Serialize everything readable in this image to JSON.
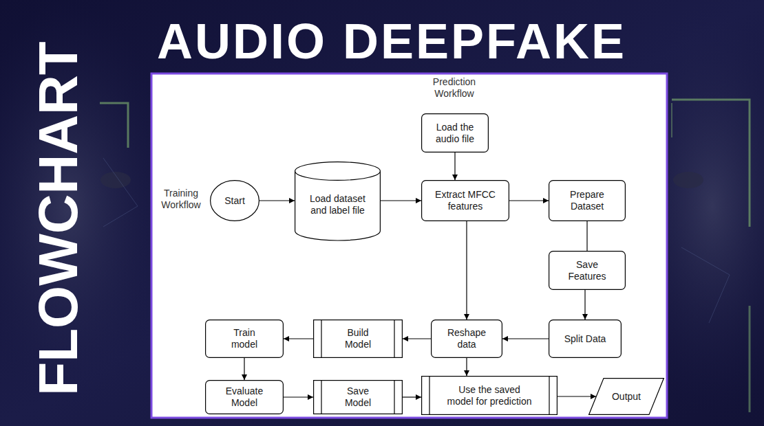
{
  "diagram": {
    "title": "AUDIO DEEPFAKE",
    "nodes": [
      {
        "text": [
          "Load the audio file"
        ]
      },
      {
        "text": [
          "Start"
        ]
      },
      {
        "text": [
          "Load dataset and label file"
        ]
      },
      {
        "text": [
          "Extract MFCC features"
        ]
      },
      {
        "text": [
          "Prepare Dataset"
        ]
      },
      {
        "text": [
          "Save Features"
        ]
      },
      {
        "text": [
          "Train model"
        ]
      },
      {
        "text": [
          "Build Model"
        ]
      },
      {
        "text": [
          "Reshape data"
        ]
      },
      {
        "text": [
          "Split Data"
        ]
      },
      {
        "text": [
          "Evaluate Model"
        ]
      },
      {
        "text": [
          "Save Model"
        ]
      },
      {
        "text": [
          "Use the saved model for prediction"
        ]
      },
      {
        "text": [
          "Output"
        ]
      }
    ],
    "edges": [
      {
        "from": 1,
        "to": 2,
        "arrow": "to"
      },
      {
        "from": 2,
        "to": 3,
        "arrow": "to"
      },
      {
        "from": 0,
        "to": 3,
        "arrow": "to"
      },
      {
        "from": 3,
        "to": 4,
        "arrow": "to"
      },
      {
        "from": 3,
        "to": 8,
        "arrow": "to"
      },
      {
        "from": 4,
        "to": 5,
        "arrow": "none"
      },
      {
        "from": 5,
        "to": 9,
        "arrow": "to"
      },
      {
        "from": 9,
        "to": 8,
        "arrow": "to"
      },
      {
        "from": 8,
        "to": 7,
        "arrow": "to"
      },
      {
        "from": 7,
        "to": 6,
        "arrow": "to"
      },
      {
        "from": 6,
        "to": 10,
        "arrow": "to"
      },
      {
        "from": 10,
        "to": 11,
        "arrow": "to"
      },
      {
        "from": 11,
        "to": 12,
        "arrow": "to"
      },
      {
        "from": 8,
        "to": 12,
        "arrow": "to"
      },
      {
        "from": 12,
        "to": 13,
        "arrow": "to"
      }
    ],
    "labels": [
      "FLOWCHART",
      "Prediction Workflow",
      "Training Workflow"
    ]
  }
}
